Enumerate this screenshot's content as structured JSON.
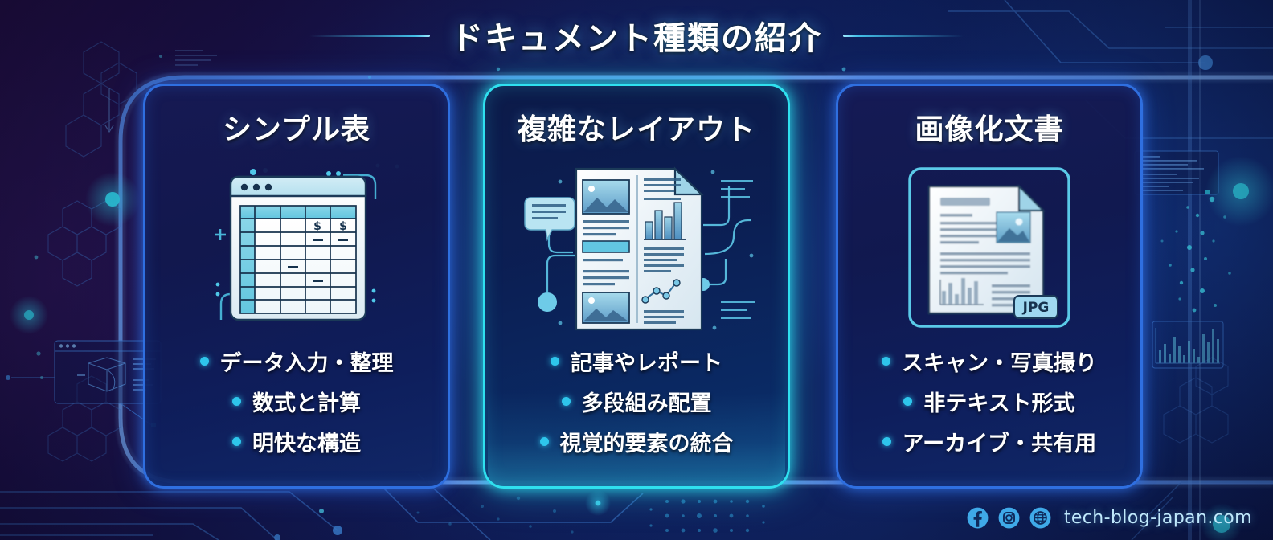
{
  "header": {
    "title": "ドキュメント種類の紹介",
    "rule_left": "decorative-line",
    "rule_right": "decorative-line"
  },
  "colors": {
    "background_deep": "#0d0a2e",
    "background_mid": "#122060",
    "card_border_blue": "#2f6fe0",
    "card_border_cyan": "#2fe0ef",
    "bullet_dot": "#2ec6ec",
    "title_text": "#ffffff",
    "footer_text": "#bfe8fb",
    "accent_glow": "#5ac8ff"
  },
  "cards": [
    {
      "id": "simple-table",
      "title": "シンプル表",
      "highlight": false,
      "illustration": "spreadsheet-window",
      "bullets": [
        "データ入力・整理",
        "数式と計算",
        "明快な構造"
      ]
    },
    {
      "id": "complex-layout",
      "title": "複雑なレイアウト",
      "highlight": true,
      "illustration": "multi-column-document",
      "bullets": [
        "記事やレポート",
        "多段組み配置",
        "視覚的要素の統合"
      ]
    },
    {
      "id": "imaged-document",
      "title": "画像化文書",
      "highlight": false,
      "illustration": "scanned-jpg-document",
      "bullets": [
        "スキャン・写真撮り",
        "非テキスト形式",
        "アーカイブ・共有用"
      ]
    }
  ],
  "illustration_labels": {
    "jpg_badge": "JPG",
    "currency_cell": "$",
    "dash_cell": "—"
  },
  "footer": {
    "url": "tech-blog-japan.com",
    "icons": [
      "facebook-icon",
      "instagram-icon",
      "globe-icon"
    ]
  }
}
